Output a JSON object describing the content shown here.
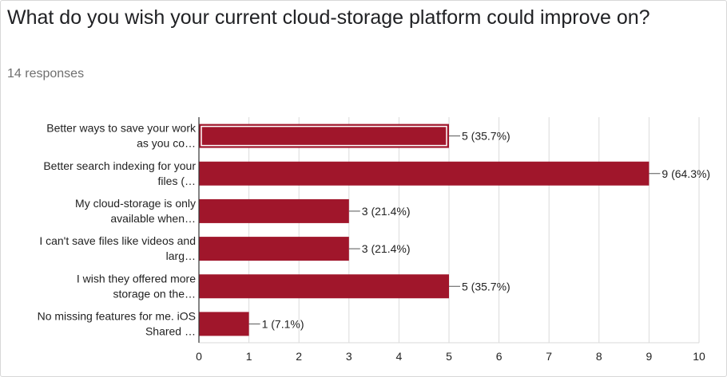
{
  "header": {
    "title": "What do you wish your current cloud-storage platform could improve on?",
    "responses": "14 responses"
  },
  "colors": {
    "bar": "#a0162b",
    "grid": "#dadada",
    "axis": "#333333",
    "text": "#222222"
  },
  "chart_data": {
    "type": "bar",
    "orientation": "horizontal",
    "categories": [
      [
        "Better ways to save your work",
        "as you co…"
      ],
      [
        "Better search indexing for your",
        "files (…"
      ],
      [
        "My cloud-storage is only",
        "available when…"
      ],
      [
        "I can't save files like videos and",
        "larg…"
      ],
      [
        "I wish they offered more",
        "storage on the…"
      ],
      [
        "No missing features for me. iOS",
        "Shared …"
      ]
    ],
    "values": [
      5,
      9,
      3,
      3,
      5,
      1
    ],
    "data_labels": [
      "5 (35.7%)",
      "9 (64.3%)",
      "3 (21.4%)",
      "3 (21.4%)",
      "5 (35.7%)",
      "1 (7.1%)"
    ],
    "xlim": [
      0,
      10
    ],
    "xticks": [
      "0",
      "1",
      "2",
      "3",
      "4",
      "5",
      "6",
      "7",
      "8",
      "9",
      "10"
    ],
    "grid": true,
    "highlighted_index": 0
  }
}
